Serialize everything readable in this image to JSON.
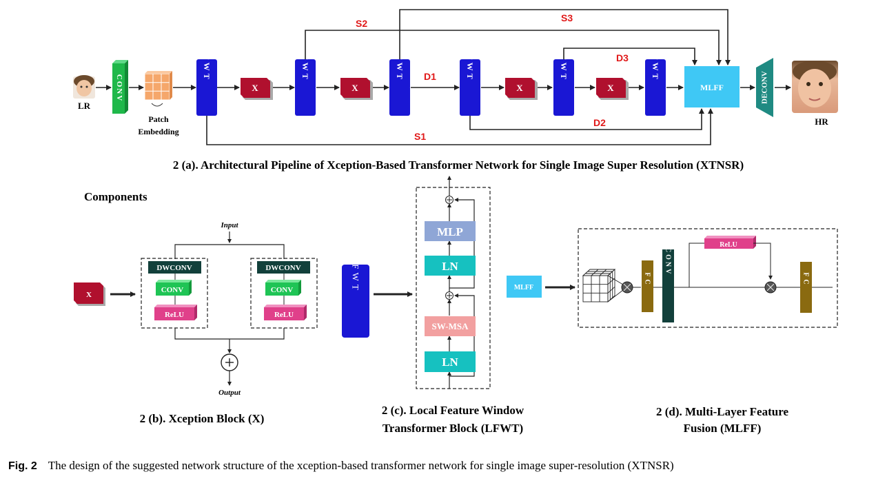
{
  "figure": {
    "top": {
      "lr_label": "LR",
      "hr_label": "HR",
      "conv_text": "CONV",
      "patch_label_line1": "Patch",
      "patch_label_line2": "Embedding",
      "lfwt_text": "LFWT",
      "x_text": "X",
      "mlff_text": "MLFF",
      "deconv_text": "DECONV",
      "skip_labels": {
        "s1": "S1",
        "s2": "S2",
        "s3": "S3",
        "d1": "D1",
        "d2": "D2",
        "d3": "D3"
      },
      "caption": "2 (a). Architectural Pipeline of Xception-Based Transformer Network for Single Image Super Resolution (XTNSR)"
    },
    "components_heading": "Components",
    "xception": {
      "input": "Input",
      "output": "Output",
      "x_text": "X",
      "dwconv": "DWCONV",
      "conv": "CONV",
      "relu": "ReLU",
      "caption": "2 (b). Xception Block (X)"
    },
    "lfwt": {
      "lfwt_text": "LFWT",
      "mlp": "MLP",
      "ln": "LN",
      "swmsa": "SW-MSA",
      "caption_line1": "2 (c). Local Feature Window",
      "caption_line2": "Transformer Block (LFWT)"
    },
    "mlff": {
      "mlff_text": "MLFF",
      "fc": "FC",
      "dwconv": "DWCONV",
      "relu": "ReLU",
      "caption_line1": "2 (d). Multi-Layer Feature",
      "caption_line2": "Fusion (MLFF)"
    },
    "fig_caption": {
      "label": "Fig. 2",
      "text": "The design of the suggested network structure of the xception-based transformer network for single image super-resolution (XTNSR)"
    }
  },
  "colors": {
    "lfwt": "#1a17d4",
    "conv": "#1fb84a",
    "x_block": "#b0102e",
    "mlff": "#3fc8f5",
    "deconv": "#1f8a82",
    "skip_label": "#e01818",
    "dwconv_dark": "#12403b",
    "relu": "#e0408a",
    "mlp": "#8fa6d6",
    "ln": "#16c1c0",
    "swmsa": "#f2a0a0",
    "fc": "#8a6a10",
    "patch": "#f5a76b"
  }
}
